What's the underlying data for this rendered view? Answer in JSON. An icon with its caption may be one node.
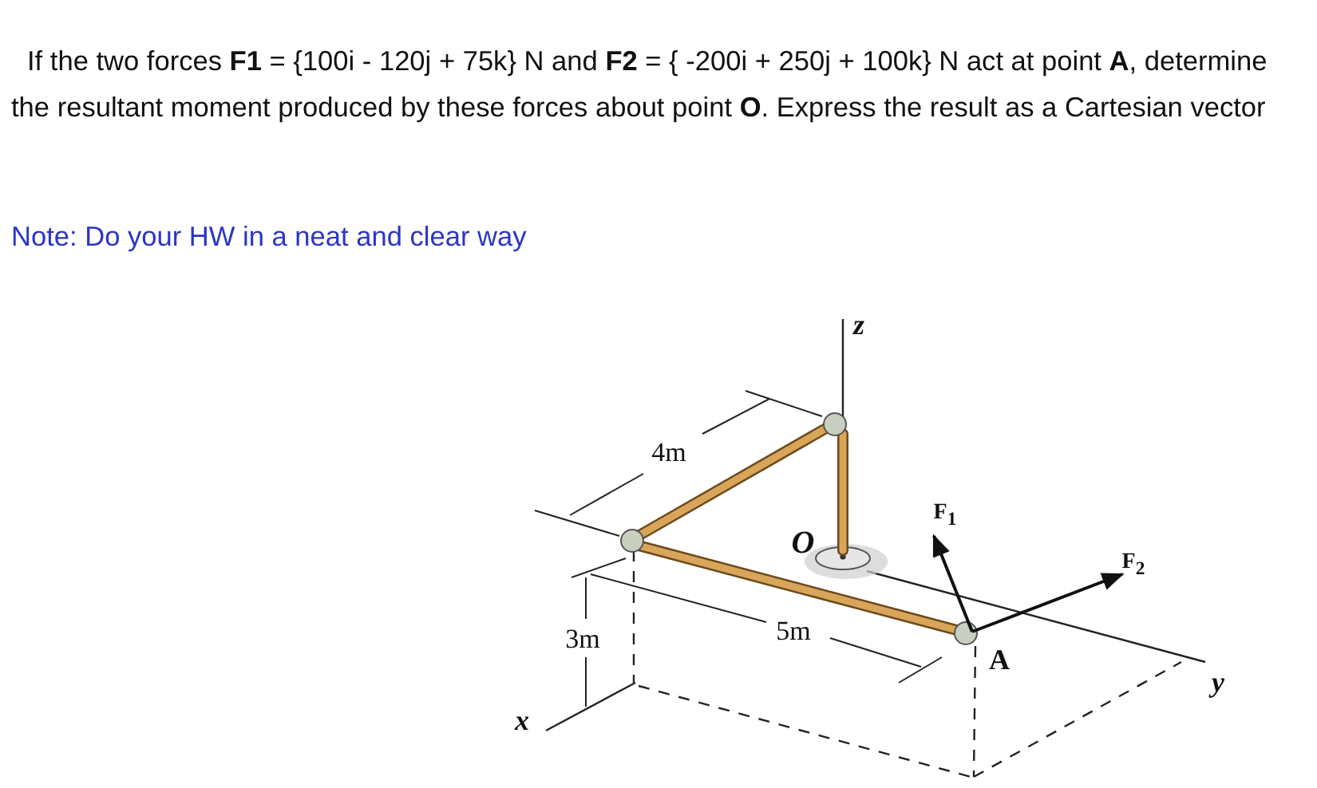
{
  "diagram": {
    "labels": [
      "If the two forces **F1** = {100i - 120j + 75k} N and **F2** = { -200i + 250j + 100k} N act at point **A**, determine the resultant moment produced by these forces about point **O**. Express the result as a Cartesian vector",
      "Note: Do your HW in a neat and clear way",
      "z",
      "4m",
      "F$_{1}$",
      "O",
      "F$_{2}$",
      "3m",
      "5m",
      "A",
      "y",
      "x"
    ]
  }
}
